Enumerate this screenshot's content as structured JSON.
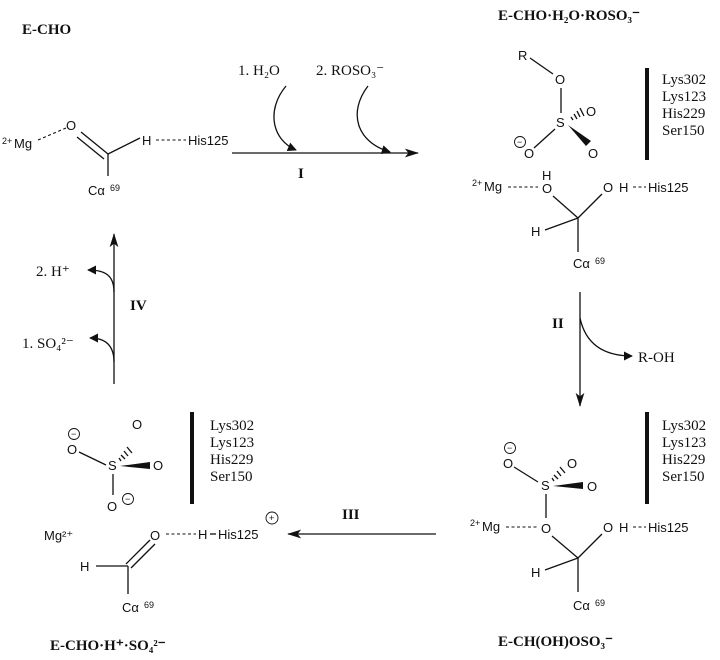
{
  "states": {
    "s1_title": "E-CHO",
    "s2_title": "E-CHO·H₂O·ROSO₃⁻",
    "s3_title": "E-CH(OH)OSO₃⁻",
    "s4_title": "E-CHO·H⁺·SO₄²⁻"
  },
  "steps": {
    "I": "I",
    "II": "II",
    "III": "III",
    "IV": "IV"
  },
  "reagents": {
    "water": "1. H₂O",
    "sulfate_ester": "2. ROSO₃⁻",
    "alcohol": "R-OH",
    "sulfate": "1. SO₄²⁻",
    "proton": "2. H⁺"
  },
  "residues": [
    "Lys302",
    "Lys123",
    "His229",
    "Ser150"
  ],
  "atoms": {
    "mg": "Mg",
    "mg_charge": "2+",
    "mg_ion": "Mg²⁺",
    "his125": "His125",
    "calpha": "Cα",
    "calpha_num": "69",
    "o": "O",
    "h": "H",
    "s": "S",
    "r": "R",
    "minus": "−",
    "plus": "+"
  }
}
